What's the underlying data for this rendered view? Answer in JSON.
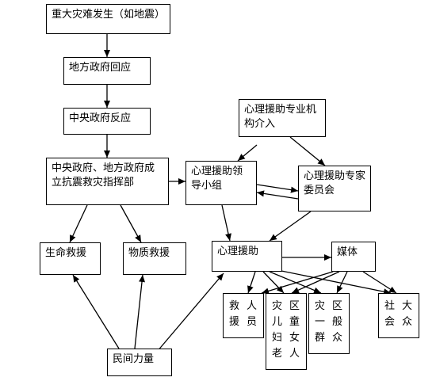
{
  "nodes": {
    "disaster": "重大灾难发生（如地震）",
    "local_gov": "地方政府回应",
    "central_gov": "中央政府反应",
    "command": "中央政府、地方政府成立抗震救灾指挥部",
    "life_rescue": "生命救援",
    "material_rescue": "物质救援",
    "folk": "民间力量",
    "psy_org": "心理援助专业机构介入",
    "psy_lead": "心理援助领导小组",
    "psy_expert": "心理援助专家委员会",
    "psy_aid": "心理援助",
    "media": "媒体",
    "rescuers": [
      "救援",
      "人员"
    ],
    "children": [
      "灾儿妇老",
      "区童女人"
    ],
    "disaster_people": [
      "灾一群",
      "区般众"
    ],
    "public": [
      "社会",
      "大众"
    ]
  }
}
